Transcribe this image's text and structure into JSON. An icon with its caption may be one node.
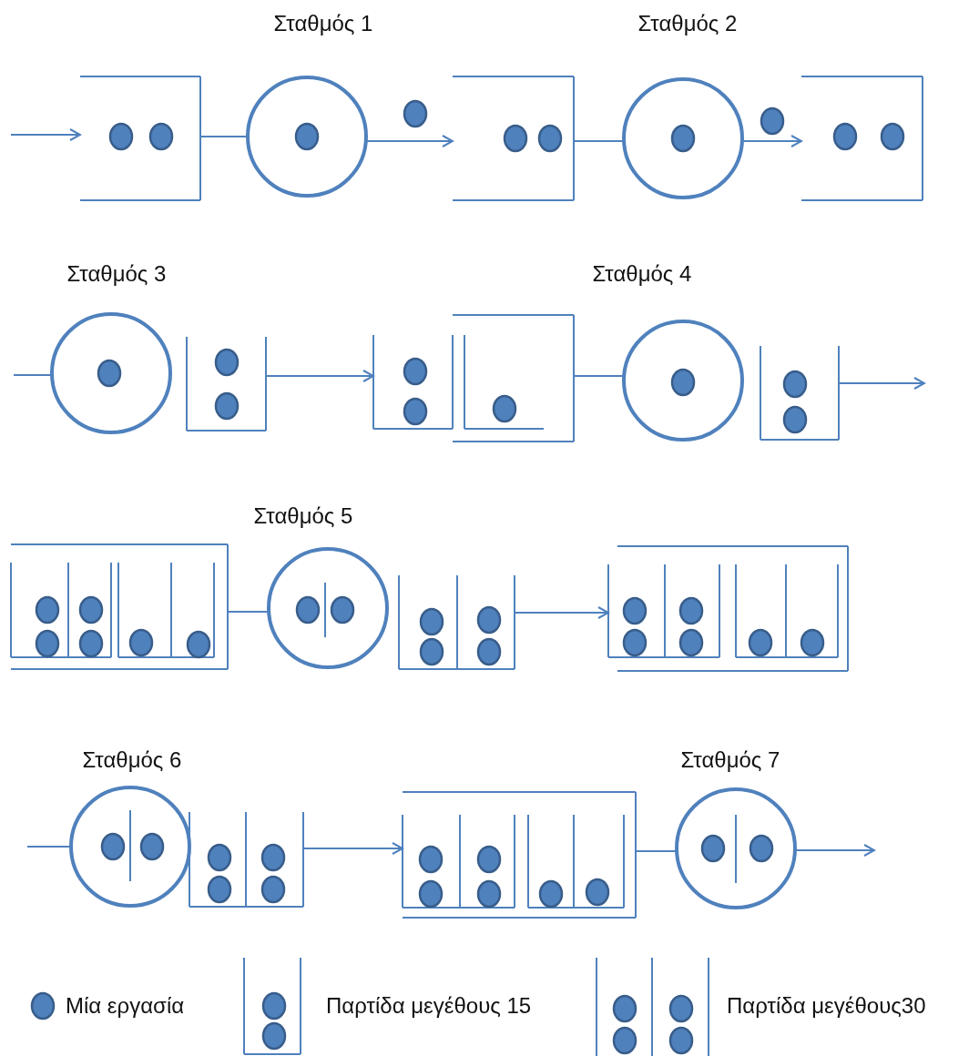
{
  "diagram": {
    "nodes": [
      {
        "text": [],
        "shape": "box"
      },
      {
        "text": [
          "Σταθμός 1"
        ]
      },
      {
        "text": [],
        "shape": "box"
      },
      {
        "text": [
          "Σταθμός 2"
        ]
      },
      {
        "text": [],
        "shape": "box"
      },
      {
        "text": [
          "Σταθμός 3"
        ]
      },
      {
        "text": [],
        "shape": "box"
      },
      {
        "text": [],
        "shape": "box"
      },
      {
        "text": [],
        "shape": "box"
      },
      {
        "text": [
          "Σταθμός 4"
        ]
      },
      {
        "text": [],
        "shape": "box"
      },
      {
        "text": [],
        "shape": "box"
      },
      {
        "text": [
          "Σταθμός 5"
        ]
      },
      {
        "text": [],
        "shape": "box"
      },
      {
        "text": [],
        "shape": "box"
      },
      {
        "text": [
          "Σταθμός 6"
        ]
      },
      {
        "text": [],
        "shape": "box"
      },
      {
        "text": [],
        "shape": "box"
      },
      {
        "text": [
          "Σταθμός 7"
        ]
      },
      {
        "text": [],
        "shape": "circle"
      },
      {
        "text": [],
        "shape": "circle"
      }
    ],
    "edges": [
      {
        "from": null,
        "to": 0,
        "arrow": "to"
      },
      {
        "from": 0,
        "to": 1,
        "arrow": "none"
      },
      {
        "from": 1,
        "to": 2,
        "arrow": "to"
      },
      {
        "from": 2,
        "to": 3,
        "arrow": "none"
      },
      {
        "from": 3,
        "to": 4,
        "arrow": "to"
      },
      {
        "from": null,
        "to": 5,
        "arrow": "none"
      },
      {
        "from": 6,
        "to": 7,
        "arrow": "to"
      },
      {
        "from": 8,
        "to": 9,
        "arrow": "none"
      },
      {
        "from": 10,
        "to": null,
        "arrow": "to"
      },
      {
        "from": 11,
        "to": 12,
        "arrow": "none"
      },
      {
        "from": 13,
        "to": 14,
        "arrow": "to"
      },
      {
        "from": null,
        "to": 15,
        "arrow": "none"
      },
      {
        "from": 16,
        "to": 17,
        "arrow": "to"
      },
      {
        "from": 17,
        "to": 18,
        "arrow": "none"
      },
      {
        "from": 18,
        "to": null,
        "arrow": "to"
      }
    ],
    "legend": [
      {
        "text": "Μία εργασία"
      },
      {
        "text": "Παρτίδα μεγέθους 15"
      },
      {
        "text": "Παρτίδα μεγέθους30"
      }
    ]
  }
}
